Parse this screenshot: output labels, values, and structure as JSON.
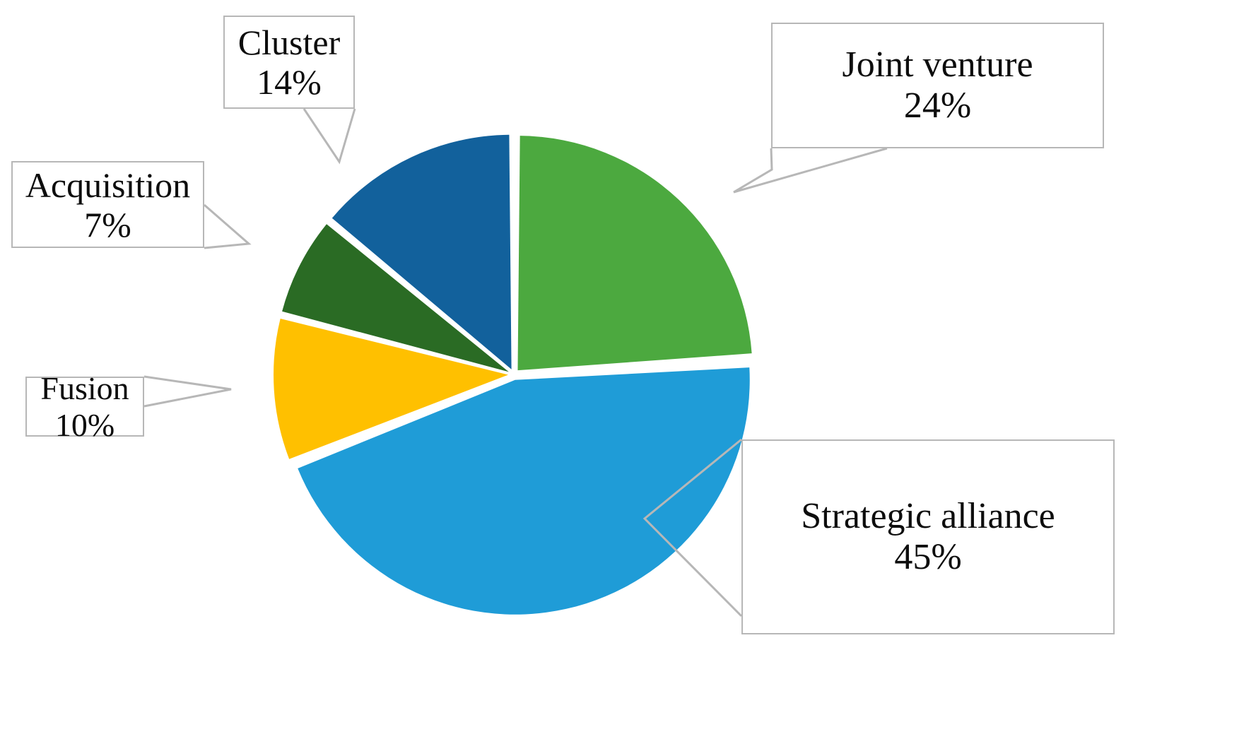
{
  "chart_data": {
    "type": "pie",
    "title": "",
    "subtitle": "",
    "xlabel": "",
    "ylabel": "",
    "legend_position": "none",
    "grid": false,
    "value_unit": "%",
    "start_angle_deg": 0,
    "direction": "clockwise",
    "categories": [
      "Joint venture",
      "Strategic alliance",
      "Fusion",
      "Acquisition",
      "Cluster"
    ],
    "values": [
      24,
      45,
      10,
      7,
      14
    ],
    "slices": [
      {
        "label": "Joint venture",
        "value": 24,
        "value_text": "24%",
        "color": "#4ca93f"
      },
      {
        "label": "Strategic alliance",
        "value": 45,
        "value_text": "45%",
        "color": "#1f9cd7"
      },
      {
        "label": "Fusion",
        "value": 10,
        "value_text": "10%",
        "color": "#ffc000"
      },
      {
        "label": "Acquisition",
        "value": 7,
        "value_text": "7%",
        "color": "#2a6b24"
      },
      {
        "label": "Cluster",
        "value": 14,
        "value_text": "14%",
        "color": "#12619c"
      }
    ],
    "annotations": [
      {
        "label": "Joint venture",
        "value_text": "24%"
      },
      {
        "label": "Strategic alliance",
        "value_text": "45%"
      },
      {
        "label": "Fusion",
        "value_text": "10%"
      },
      {
        "label": "Acquisition",
        "value_text": "7%"
      },
      {
        "label": "Cluster",
        "value_text": "14%"
      }
    ]
  },
  "colors": {
    "background": "#ffffff",
    "callout_border": "#b7b7b7",
    "text": "#0d0d0d",
    "slice_separator": "#ffffff",
    "joint_venture": "#4ca93f",
    "strategic_alliance": "#1f9cd7",
    "fusion": "#ffc000",
    "acquisition": "#2a6b24",
    "cluster": "#12619c"
  },
  "callouts": {
    "joint_venture": {
      "label": "Joint venture",
      "value_text": "24%"
    },
    "cluster": {
      "label": "Cluster",
      "value_text": "14%"
    },
    "acquisition": {
      "label": "Acquisition",
      "value_text": "7%"
    },
    "fusion": {
      "label": "Fusion",
      "value_text": "10%"
    },
    "strategic_alliance": {
      "label": "Strategic alliance",
      "value_text": "45%"
    }
  }
}
